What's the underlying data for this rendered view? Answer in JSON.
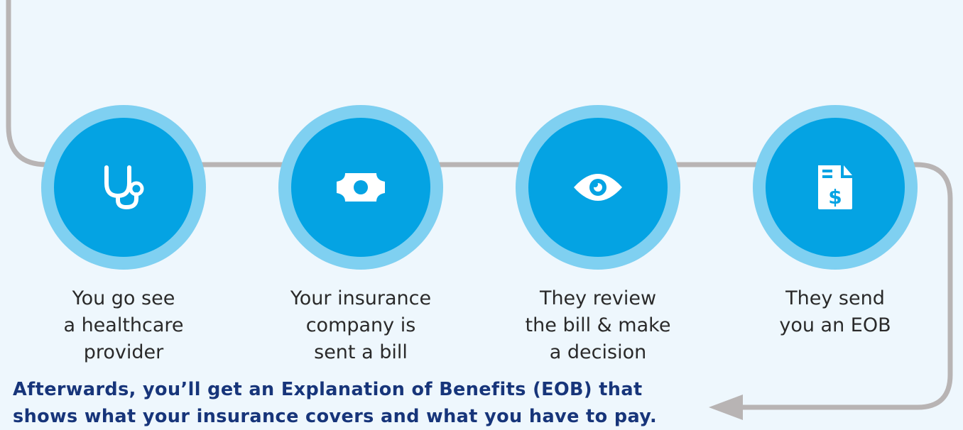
{
  "steps": [
    {
      "icon": "stethoscope-icon",
      "label": "You go see\na healthcare\nprovider"
    },
    {
      "icon": "money-bill-icon",
      "label": "Your insurance\ncompany is\nsent a bill"
    },
    {
      "icon": "eye-icon",
      "label": "They review\nthe bill & make\na decision"
    },
    {
      "icon": "invoice-dollar-icon",
      "label": "They send\nyou an EOB"
    }
  ],
  "footer": {
    "line1": "Afterwards, you’ll get an Explanation of Benefits (EOB) that",
    "line2": "shows what your insurance covers and what you have to pay."
  },
  "colors": {
    "background": "#eef7fd",
    "circle_outer": "#7fd0f1",
    "circle_inner": "#04a3e3",
    "connector": "#b8b4b4",
    "footer_text": "#17357a",
    "label_text": "#2a2a2a"
  }
}
